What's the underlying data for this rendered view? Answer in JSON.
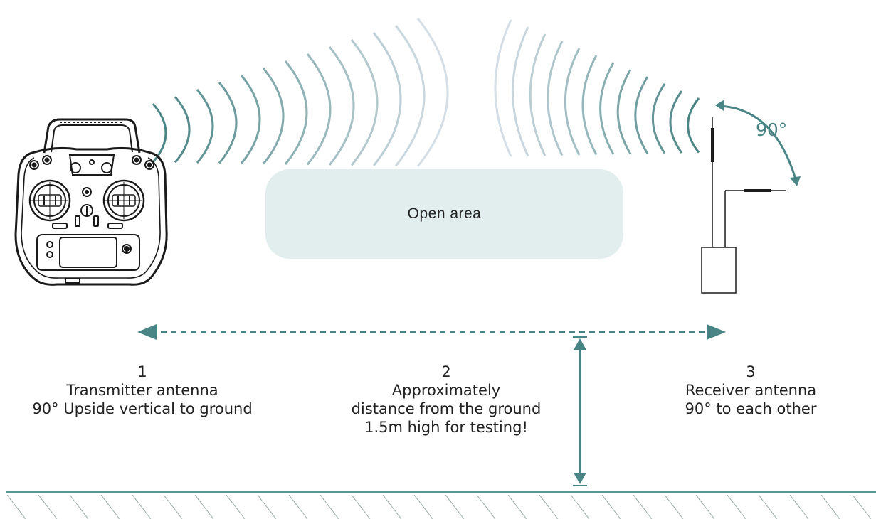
{
  "open_area": {
    "label": "Open area"
  },
  "angle_label": "90°",
  "captions": [
    {
      "number": "1",
      "lines": [
        "Transmitter antenna",
        "90° Upside vertical to ground"
      ]
    },
    {
      "number": "2",
      "lines": [
        "Approximately",
        "distance from the ground",
        "1.5m high for testing!"
      ]
    },
    {
      "number": "3",
      "lines": [
        "Receiver antenna",
        "90° to each other"
      ]
    }
  ],
  "colors": {
    "accent": "#4a8585",
    "open_area_fill": "#e2eeee",
    "ground_line": "#5e9494",
    "hatch": "#9aa8a8",
    "outline": "#1a1a1a"
  },
  "icons": {
    "transmitter": "rc-transmitter-icon",
    "receiver": "receiver-box-icon",
    "signal_waves": "radio-wave-icon"
  }
}
